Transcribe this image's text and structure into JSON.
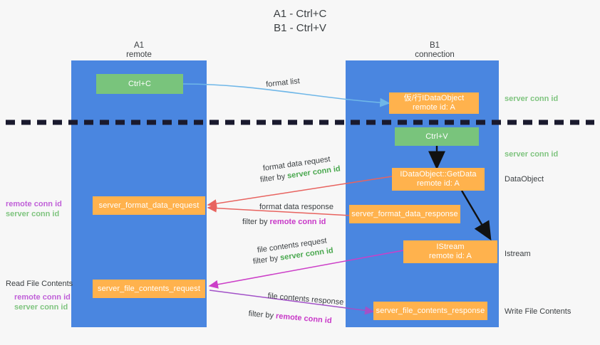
{
  "title": {
    "line1": "A1 - Ctrl+C",
    "line2": "B1 - Ctrl+V"
  },
  "lanes": [
    {
      "id": "a1",
      "name": "A1",
      "sub": "remote",
      "color": "#4a86e0"
    },
    {
      "id": "b1",
      "name": "B1",
      "sub": "connection",
      "color": "#4a86e0"
    }
  ],
  "nodes": {
    "ctrl_c": {
      "label": "Ctrl+C",
      "color": "#79c47c"
    },
    "ctrl_v": {
      "label": "Ctrl+V",
      "color": "#79c47c"
    },
    "idataobject_top": {
      "l1": "仮/行IDataObject",
      "l2": "remote id: A",
      "color": "#ffb24d"
    },
    "idataobject_getdata": {
      "l1": "IDataObject::GetData",
      "l2": "remote id: A",
      "color": "#ffb24d"
    },
    "istream": {
      "l1": "IStream",
      "l2": "remote id: A",
      "color": "#ffb24d"
    },
    "server_format_data_request": {
      "l1": "server_format_data_request",
      "color": "#ffb24d"
    },
    "server_format_data_response": {
      "l1": "server_format_data_response",
      "color": "#ffb24d"
    },
    "server_file_contents_request": {
      "l1": "server_file_contents_request",
      "color": "#ffb24d"
    },
    "server_file_contents_response": {
      "l1": "server_file_contents_response",
      "color": "#ffb24d"
    }
  },
  "edge_labels": {
    "format_list": "format list",
    "format_data_request": "format data request",
    "format_data_request_filter_pre": "filter by ",
    "format_data_request_filter_key": "server conn id",
    "format_data_response": "format data response",
    "format_data_response_filter_pre": "filter by ",
    "format_data_response_filter_key": "remote conn id",
    "file_contents_request": "file contents request",
    "file_contents_request_filter_pre": "filter by ",
    "file_contents_request_filter_key": "server conn id",
    "file_contents_response": "file contents response",
    "file_contents_response_filter_pre": "filter by ",
    "file_contents_response_filter_key": "remote conn id"
  },
  "right_labels": {
    "server_conn_id_top": "server conn id",
    "server_conn_id_mid": "server conn id",
    "dataobject": "DataObject",
    "istream": "Istream",
    "write_file_contents": "Write File Contents"
  },
  "left_labels": {
    "remote_conn_id_1": "remote conn id",
    "server_conn_id_1": "server conn id",
    "read_file_contents": "Read File Contents",
    "remote_conn_id_2": "remote conn id",
    "server_conn_id_2": "server conn id"
  },
  "colors": {
    "lane": "#4a86e0",
    "green_node": "#79c47c",
    "orange_node": "#ffb24d",
    "green_text": "#4aa84f",
    "magenta_text": "#c838c8",
    "arrow_blue": "#6fb7e8",
    "arrow_red": "#e8635f",
    "arrow_magenta": "#cc3fc8",
    "arrow_purple": "#a251c8",
    "arrow_black": "#111111",
    "divider": "#1a1a2e",
    "background": "#f7f7f7"
  }
}
